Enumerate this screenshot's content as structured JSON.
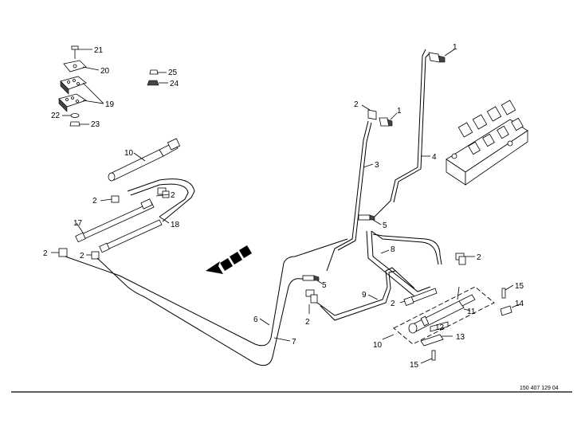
{
  "document_number": "150 407 129 04",
  "callouts": {
    "c1a": "1",
    "c1b": "1",
    "c2a": "2",
    "c2b": "2",
    "c2c": "2",
    "c2d": "2",
    "c2e": "2",
    "c2f": "2",
    "c2g": "2",
    "c2h": "2",
    "c3": "3",
    "c4": "4",
    "c5a": "5",
    "c5b": "5",
    "c6": "6",
    "c7": "7",
    "c8": "8",
    "c9": "9",
    "c10a": "10",
    "c10b": "10",
    "c11": "11",
    "c12": "12",
    "c13": "13",
    "c14": "14",
    "c15a": "15",
    "c15b": "15",
    "c17": "17",
    "c18": "18",
    "c19": "19",
    "c20": "20",
    "c21": "21",
    "c22": "22",
    "c23": "23",
    "c24": "24",
    "c25": "25"
  },
  "icons": {
    "direction_arrow": "travel-direction-arrow-icon"
  }
}
